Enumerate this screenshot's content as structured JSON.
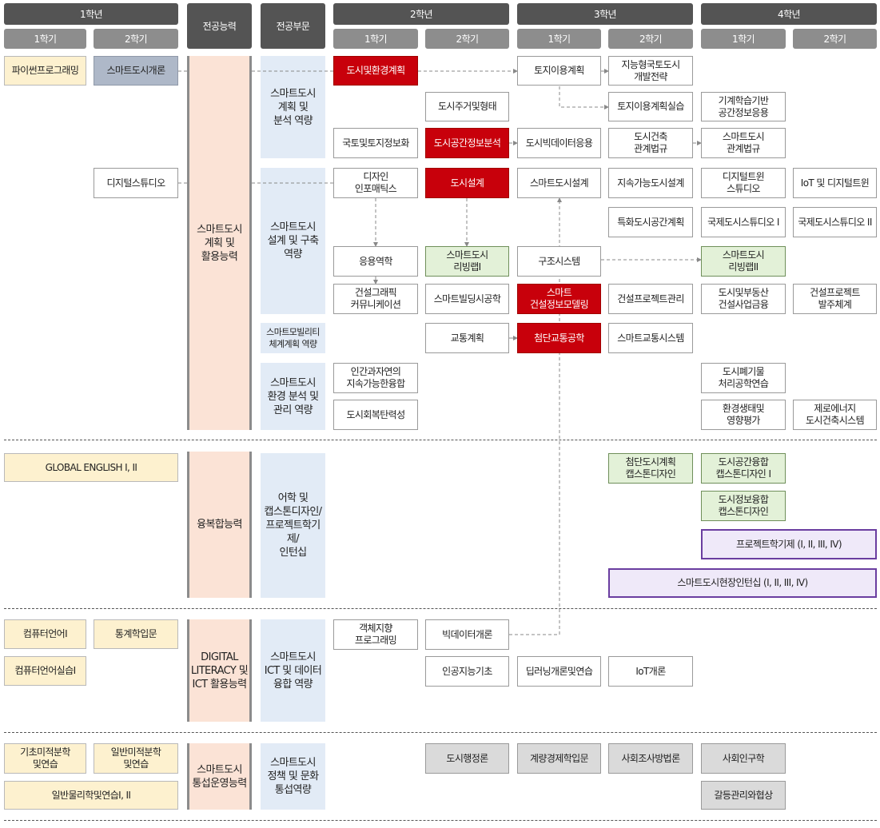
{
  "headers": {
    "year1": "1학년",
    "year2": "2학년",
    "year3": "3학년",
    "year4": "4학년",
    "competency": "전공능력",
    "section": "전공부문",
    "sem1": "1학기",
    "sem2": "2학기"
  },
  "competencies": {
    "c1": "스마트도시\n계획 및\n활용능력",
    "c2": "융복합능력",
    "c3": "DIGITAL\nLITERACY 및\nICT 활용능력",
    "c4": "스마트도시\n통섭운영능력"
  },
  "sections": {
    "s1": "스마트도시\n계획 및\n분석 역량",
    "s2": "스마트도시\n설계 및 구축\n역량",
    "s3": "스마트모빌리티\n체계계획 역량",
    "s4": "스마트도시\n환경 분석 및\n관리 역량",
    "s5": "어학 및\n캡스톤디자인/\n프로젝트학기제/\n인턴십",
    "s6": "스마트도시\nICT 및 데이터\n융합 역량",
    "s7": "스마트도시\n정책 및 문화\n통섭역량"
  },
  "courses": {
    "python": "파이썬프로그래밍",
    "smartintro": "스마트도시개론",
    "digitalstudio": "디지털스튜디오",
    "cityenv": "도시및환경계획",
    "landuse": "토지이용계획",
    "intelligent": "지능형국토도시\n개발전략",
    "housing": "도시주거및형태",
    "landuselab": "토지이용계획실습",
    "mlspatial": "기계학습기반\n공간정보응용",
    "landinfo": "국토및토지정보화",
    "spatialanalysis": "도시공간정보분석",
    "bigdataapp": "도시빅데이터응용",
    "buildlaw": "도시건축\n관계법규",
    "smartlaw": "스마트도시\n관계법규",
    "designinfo": "디자인\n인포매틱스",
    "urbandesign": "도시설계",
    "smartdesign": "스마트도시설계",
    "sustaindesign": "지속가능도시설계",
    "twinstudio": "디지털트윈\n스튜디오",
    "iottwin": "IoT 및 디지털트윈",
    "specialplan": "특화도시공간계획",
    "intlstudio1": "국제도시스튜디오 I",
    "intlstudio2": "국제도시스튜디오 II",
    "mechanics": "응용역학",
    "livinglab1": "스마트도시\n리빙랩I",
    "structure": "구조시스템",
    "livinglab2": "스마트도시\n리빙랩II",
    "graphics": "건설그래픽\n커뮤니케이션",
    "smartbuilding": "스마트빌딩시공학",
    "bim": "스마트\n건설정보모델링",
    "projmgmt": "건설프로젝트관리",
    "realestate": "도시및부동산\n건설사업금융",
    "ordering": "건설프로젝트\n발주체계",
    "transport": "교통계획",
    "advtransport": "첨단교통공학",
    "smarttransport": "스마트교통시스템",
    "humannature": "인간과자연의\n지속가능한융합",
    "waste": "도시폐기물\n처리공학연습",
    "resilience": "도시회복탄력성",
    "ecology": "환경생태및\n영향평가",
    "zeroenergy": "제로에너지\n도시건축시스템",
    "english": "GLOBAL ENGLISH I, II",
    "capstoneplan": "첨단도시계획\n캡스톤디자인",
    "capstonespatial": "도시공간융합\n캡스톤디자인 I",
    "capstoneinfo": "도시정보융합\n캡스톤디자인",
    "projectsem": "프로젝트학기제 (I, II, III, IV)",
    "internship": "스마트도시현장인턴십 (I, II, III, IV)",
    "complang": "컴퓨터언어I",
    "stats": "통계학입문",
    "complanglab": "컴퓨터언어실습I",
    "oop": "객체지향\n프로그래밍",
    "bigdataintro": "빅데이터개론",
    "ai": "인공지능기초",
    "deeplearning": "딥러닝개론및연습",
    "iotintro": "IoT개론",
    "calc1": "기초미적분학\n및연습",
    "calc2": "일반미적분학\n및연습",
    "physics": "일반물리학및연습I, II",
    "admin": "도시행정론",
    "econ": "계량경제학입문",
    "survey": "사회조사방법론",
    "demography": "사회인구학",
    "conflict": "갈등관리와협상"
  },
  "colors": {
    "header_dark": "#545454",
    "header_light": "#8d8d8d",
    "competency_bg": "#fbe3d6",
    "section_bg": "#e2ebf6",
    "core_red": "#c8000b",
    "capstone_green": "#e3f1d8",
    "general_yellow": "#fdf1cf",
    "purple_border": "#6a3da0",
    "policy_gray": "#dadada"
  }
}
